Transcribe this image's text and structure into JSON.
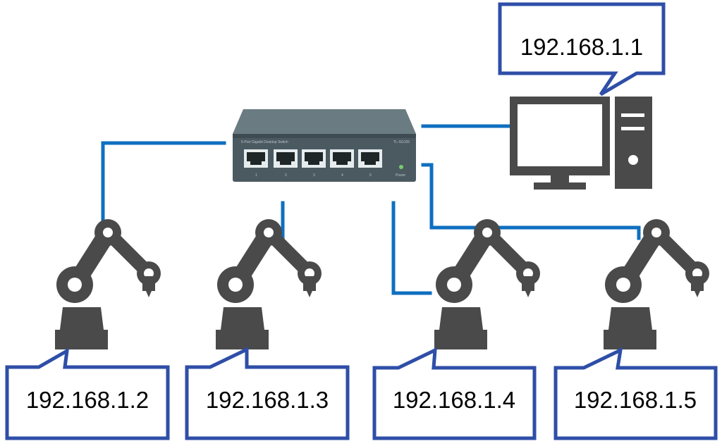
{
  "diagram": {
    "colors": {
      "cable": "#0f6fc0",
      "callout_border": "#2e4ea7",
      "device": "#4a4a4a",
      "switch_body": "#4b5a61",
      "background": "#ffffff"
    },
    "switch": {
      "icon": "ethernet-switch-icon",
      "ports": 5,
      "model_label": "TL-SG105",
      "header_text": "5-Port Gigabit Desktop Switch",
      "power_label": "Power",
      "port_numbers": [
        "1",
        "2",
        "3",
        "4",
        "5"
      ]
    },
    "computer": {
      "icon": "desktop-computer-icon",
      "ip": "192.168.1.1"
    },
    "robots": [
      {
        "icon": "robot-arm-icon",
        "ip": "192.168.1.2"
      },
      {
        "icon": "robot-arm-icon",
        "ip": "192.168.1.3"
      },
      {
        "icon": "robot-arm-icon",
        "ip": "192.168.1.4"
      },
      {
        "icon": "robot-arm-icon",
        "ip": "192.168.1.5"
      }
    ]
  }
}
